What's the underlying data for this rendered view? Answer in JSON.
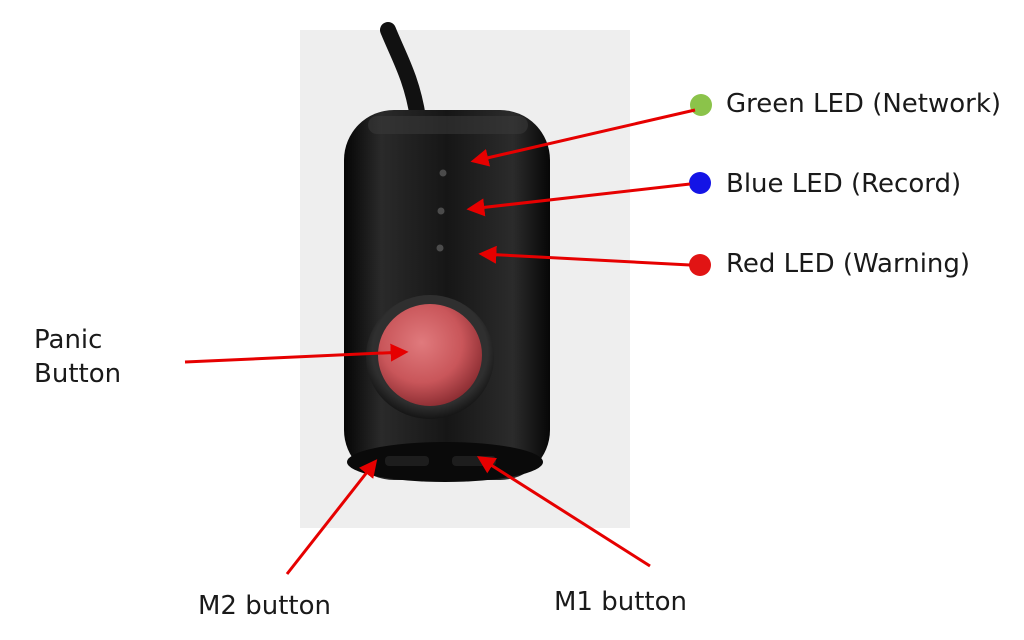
{
  "labels": {
    "green_led": "Green LED (Network)",
    "blue_led": "Blue LED (Record)",
    "red_led": "Red LED (Warning)",
    "panic_line1": "Panic",
    "panic_line2": "Button",
    "m2_button": "M2 button",
    "m1_button": "M1 button"
  },
  "colors": {
    "green_led": "#8bc34a",
    "blue_led": "#1414e6",
    "red_led": "#e11414",
    "arrow": "#e60000",
    "device_body": "#121212",
    "panic_button": "#c9565a",
    "photo_background": "#eeeeee"
  }
}
